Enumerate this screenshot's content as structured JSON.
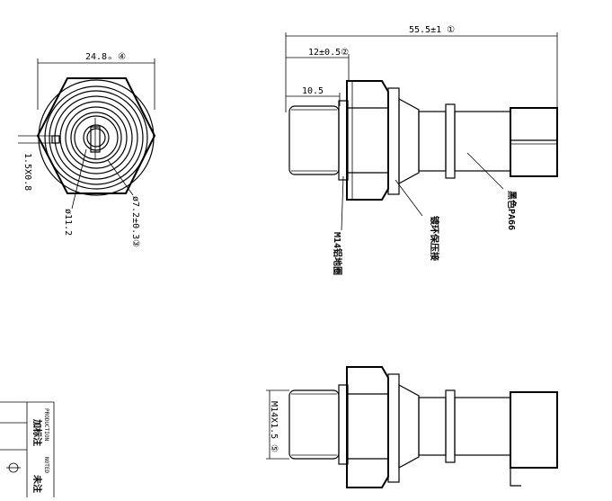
{
  "dimensions": {
    "d1": "55.5±1 ①",
    "d2": "12±0.5②",
    "d3": "10.5",
    "d4": "24.8ₒ ④",
    "d5": "1.5X0.8",
    "d6": "ø11.2",
    "d7": "ø7.2±0.3",
    "d7_mark": "③",
    "d8": "M14X1.5",
    "d8_mark": "⑤"
  },
  "labels": {
    "thread": "M14铝地圈",
    "ring": "镀环保压接",
    "connector": "黑色PA66"
  },
  "title_block": {
    "t1": "加标注",
    "t2": "PRODUCTION",
    "t3": "未注",
    "t4": "NOTED"
  }
}
